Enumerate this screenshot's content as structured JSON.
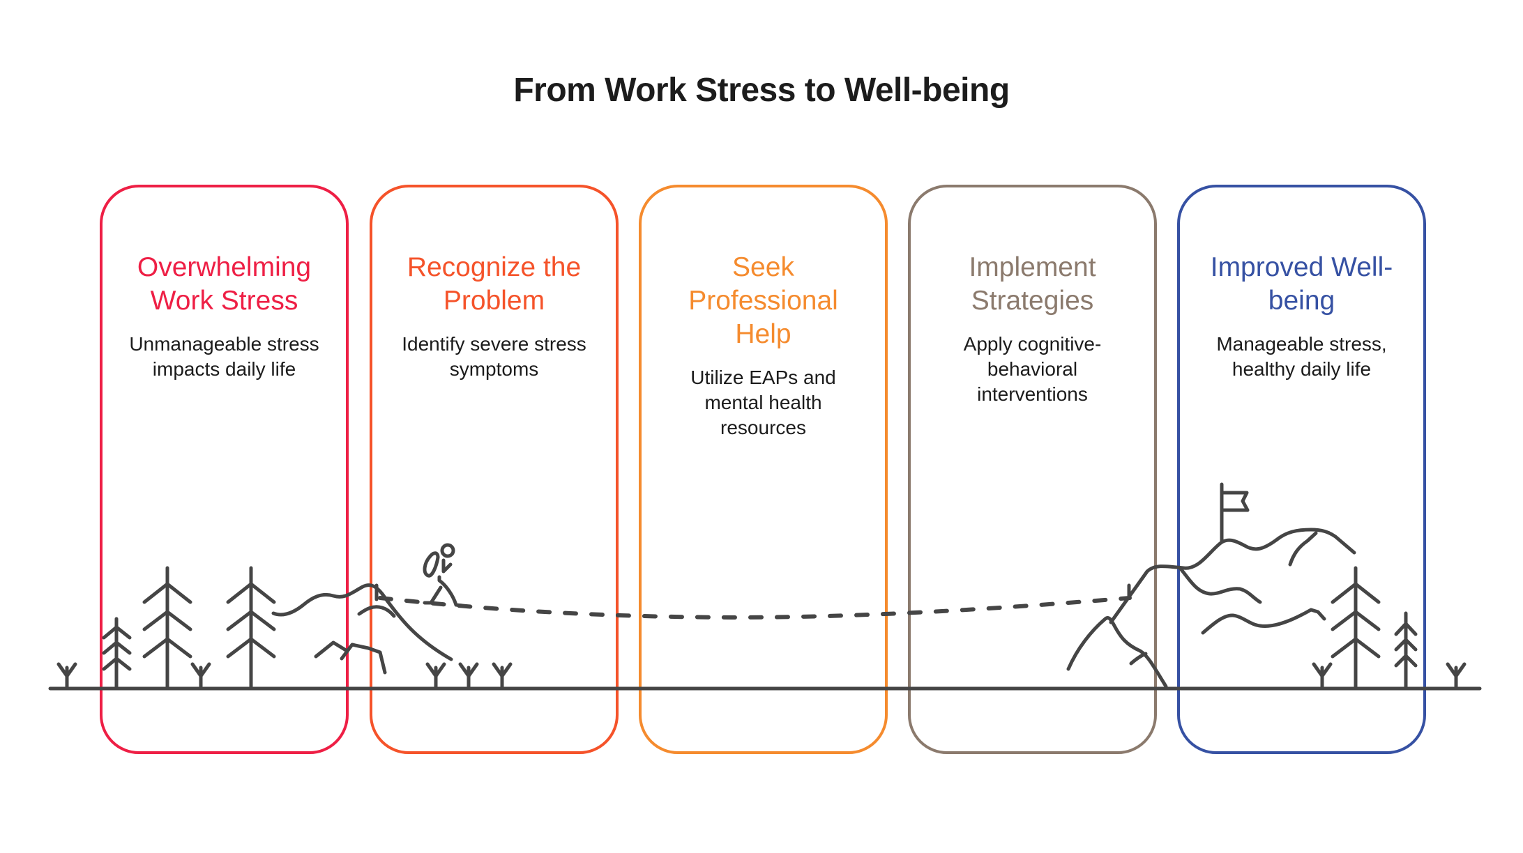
{
  "header": {
    "title": "From Work Stress to Well-being"
  },
  "stages": [
    {
      "title": "Overwhelming Work Stress",
      "description": "Unmanageable stress impacts daily life",
      "color": "#EE1F45"
    },
    {
      "title": "Recognize the Problem",
      "description": "Identify severe stress symptoms",
      "color": "#F5532A"
    },
    {
      "title": "Seek Professional Help",
      "description": "Utilize EAPs and mental health resources",
      "color": "#F58B2E"
    },
    {
      "title": "Implement Strategies",
      "description": "Apply cognitive-behavioral interventions",
      "color": "#8B7A6D"
    },
    {
      "title": "Improved Well-being",
      "description": "Manageable stress, healthy daily life",
      "color": "#3651A3"
    }
  ],
  "illustration": {
    "ink_color": "#454545",
    "elements": [
      "ground-line",
      "trees",
      "sprouts",
      "mountains",
      "hiker",
      "dashed-trail",
      "summit-flag"
    ]
  }
}
